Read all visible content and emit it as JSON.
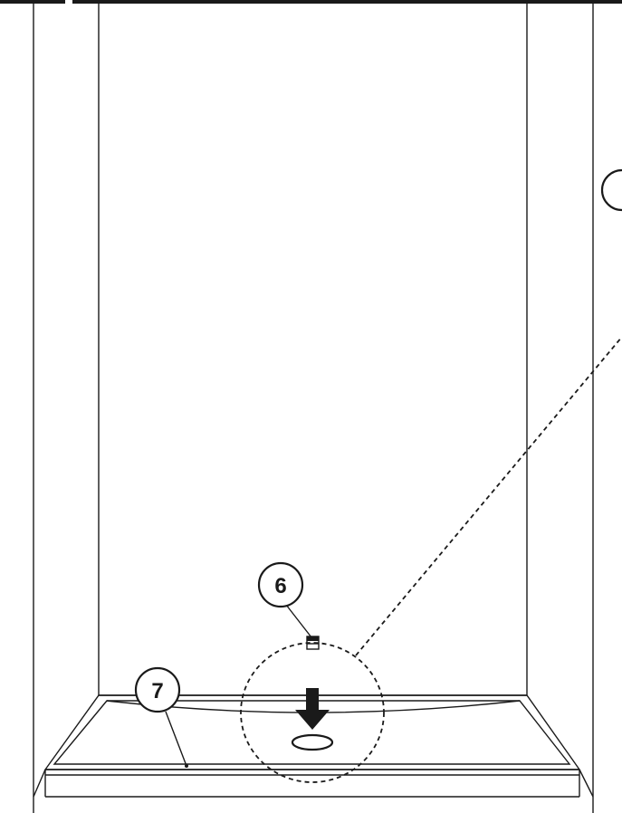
{
  "callouts": [
    {
      "id": "part-6",
      "label": "6"
    },
    {
      "id": "part-7",
      "label": "7"
    }
  ],
  "colors": {
    "line": "#1a1a1a",
    "background": "#ffffff"
  }
}
